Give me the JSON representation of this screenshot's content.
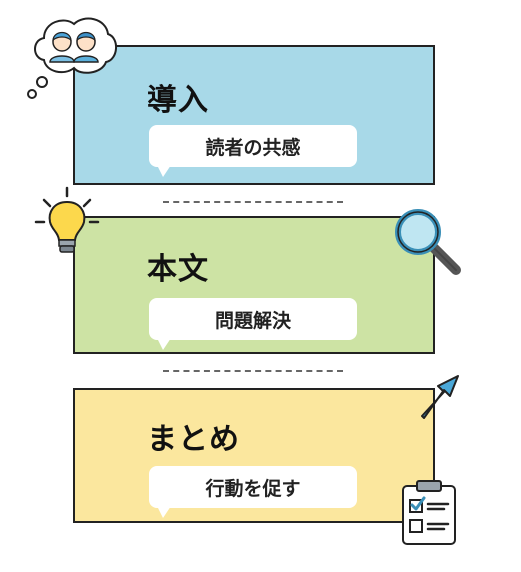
{
  "sections": [
    {
      "title": "導入",
      "bubble": "読者の共感",
      "color": "#a8d9e8"
    },
    {
      "title": "本文",
      "bubble": "問題解決",
      "color": "#cde3a4"
    },
    {
      "title": "まとめ",
      "bubble": "行動を促す",
      "color": "#fbe79e"
    }
  ],
  "icons": [
    "people-thought-bubble-icon",
    "lightbulb-icon",
    "magnifier-icon",
    "arrow-up-right-icon",
    "checklist-icon"
  ]
}
